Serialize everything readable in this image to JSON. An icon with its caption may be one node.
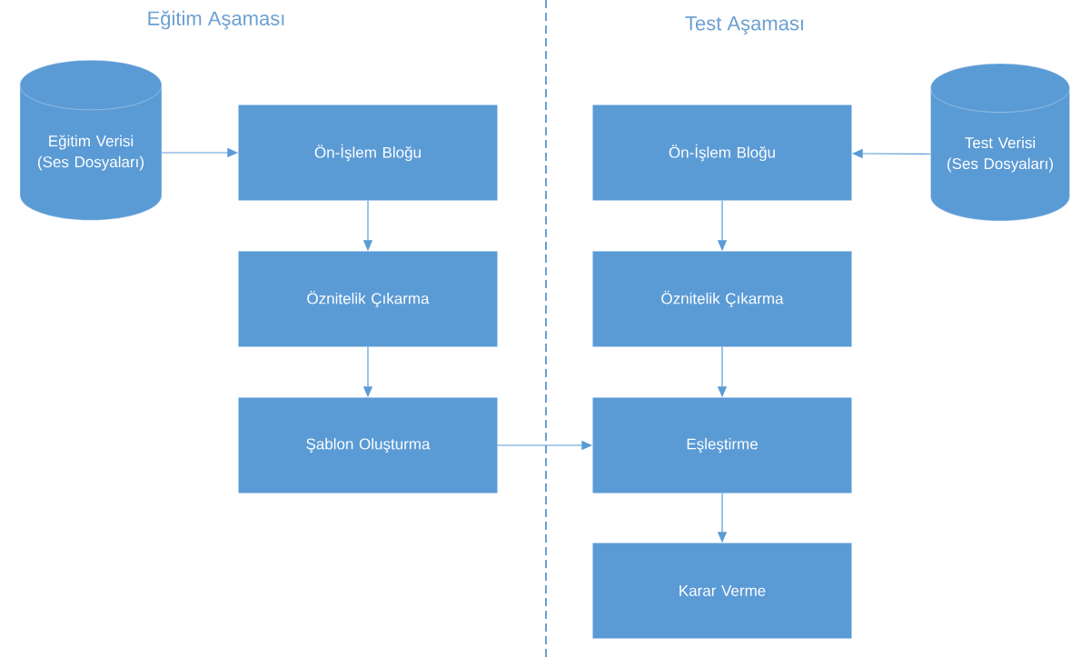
{
  "diagram": {
    "nodes": [
      {
        "text": [
          "Eğitim Verisi (Ses Dosyaları)"
        ]
      },
      {
        "text": [
          "Ön-İşlem Bloğu"
        ]
      },
      {
        "text": [
          "Öznitelik Çıkarma"
        ]
      },
      {
        "text": [
          "Şablon Oluşturma"
        ]
      },
      {
        "text": [
          "Ön-İşlem Bloğu"
        ]
      },
      {
        "text": [
          "Test Verisi (Ses Dosyaları)"
        ]
      },
      {
        "text": [
          "Öznitelik Çıkarma"
        ]
      },
      {
        "text": [
          "Eşleştirme"
        ]
      },
      {
        "text": [
          "Karar Verme"
        ]
      }
    ],
    "edges": [
      {
        "from": 0,
        "to": 1,
        "arrow": "to"
      },
      {
        "from": 1,
        "to": 2,
        "arrow": "to"
      },
      {
        "from": 2,
        "to": 3,
        "arrow": "to"
      },
      {
        "from": 5,
        "to": 4,
        "arrow": "to"
      },
      {
        "from": 4,
        "to": 6,
        "arrow": "to"
      },
      {
        "from": 6,
        "to": 7,
        "arrow": "to"
      },
      {
        "from": 3,
        "to": 7,
        "arrow": "to"
      },
      {
        "from": 7,
        "to": 8,
        "arrow": "to"
      }
    ],
    "labels": [
      "Eğitim Aşaması",
      "Test Aşaması"
    ]
  }
}
